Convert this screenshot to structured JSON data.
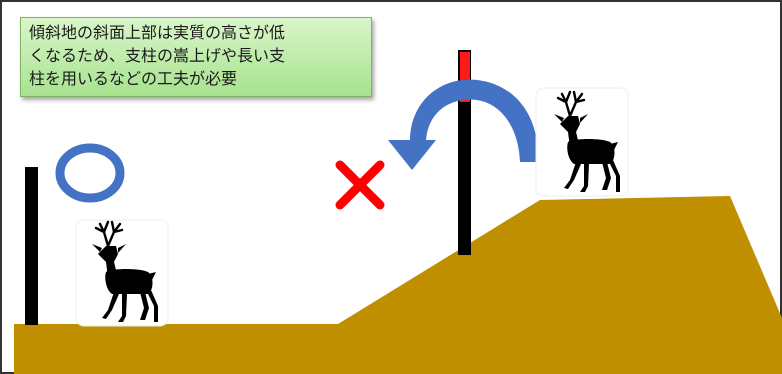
{
  "callout": {
    "lines": [
      "傾斜地の斜面上部は実質の高さが低",
      "くなるため、支柱の嵩上げや長い支",
      "柱を用いるなどの工夫が必要"
    ]
  },
  "colors": {
    "ground": "#bf8f00",
    "post": "#000000",
    "post_extension": "#ff0000",
    "arrow": "#4472c4",
    "circle": "#4472c4",
    "cross": "#ff0000",
    "callout_fill": "#a9e190"
  },
  "symbols": {
    "ok_mark": "circle",
    "ng_mark": "cross",
    "jump_arrow": "curved-arrow",
    "animal": "deer"
  }
}
